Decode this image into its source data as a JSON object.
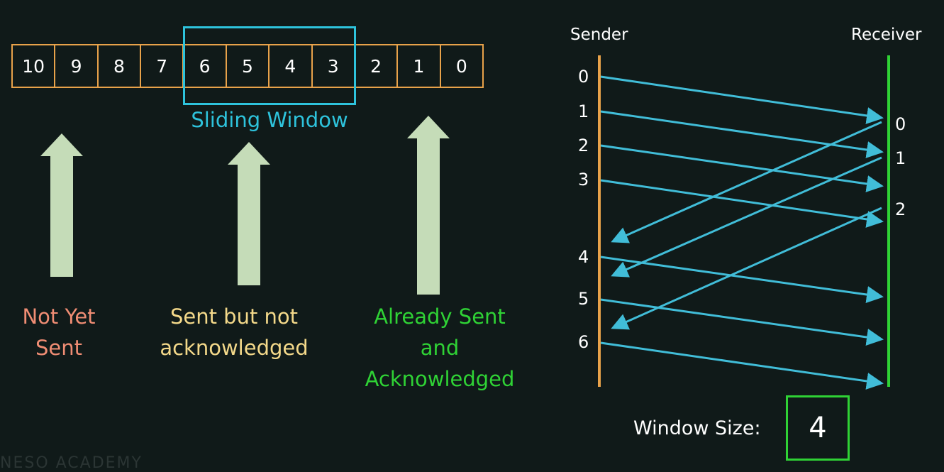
{
  "frames": [
    "10",
    "9",
    "8",
    "7",
    "6",
    "5",
    "4",
    "3",
    "2",
    "1",
    "0"
  ],
  "window_label": "Sliding Window",
  "legend": {
    "not_yet": [
      "Not Yet",
      "Sent"
    ],
    "sent_not_ack": [
      "Sent but not",
      "acknowledged"
    ],
    "already_ack": [
      "Already Sent",
      "and",
      "Acknowledged"
    ]
  },
  "timeline": {
    "sender_label": "Sender",
    "receiver_label": "Receiver",
    "sender_seq": [
      "0",
      "1",
      "2",
      "3",
      "4",
      "5",
      "6"
    ],
    "receiver_seq": [
      "0",
      "1",
      "2"
    ]
  },
  "window_size": {
    "label": "Window Size:",
    "value": "4"
  },
  "watermark": "NESO ACADEMY",
  "colors": {
    "frame_border": "#e8a24a",
    "window": "#2ec3dc",
    "arrow_big": "#c5dcb8",
    "sender_line": "#e8a24a",
    "receiver_line": "#2fd235",
    "signal_arrow": "#41bdd8"
  }
}
